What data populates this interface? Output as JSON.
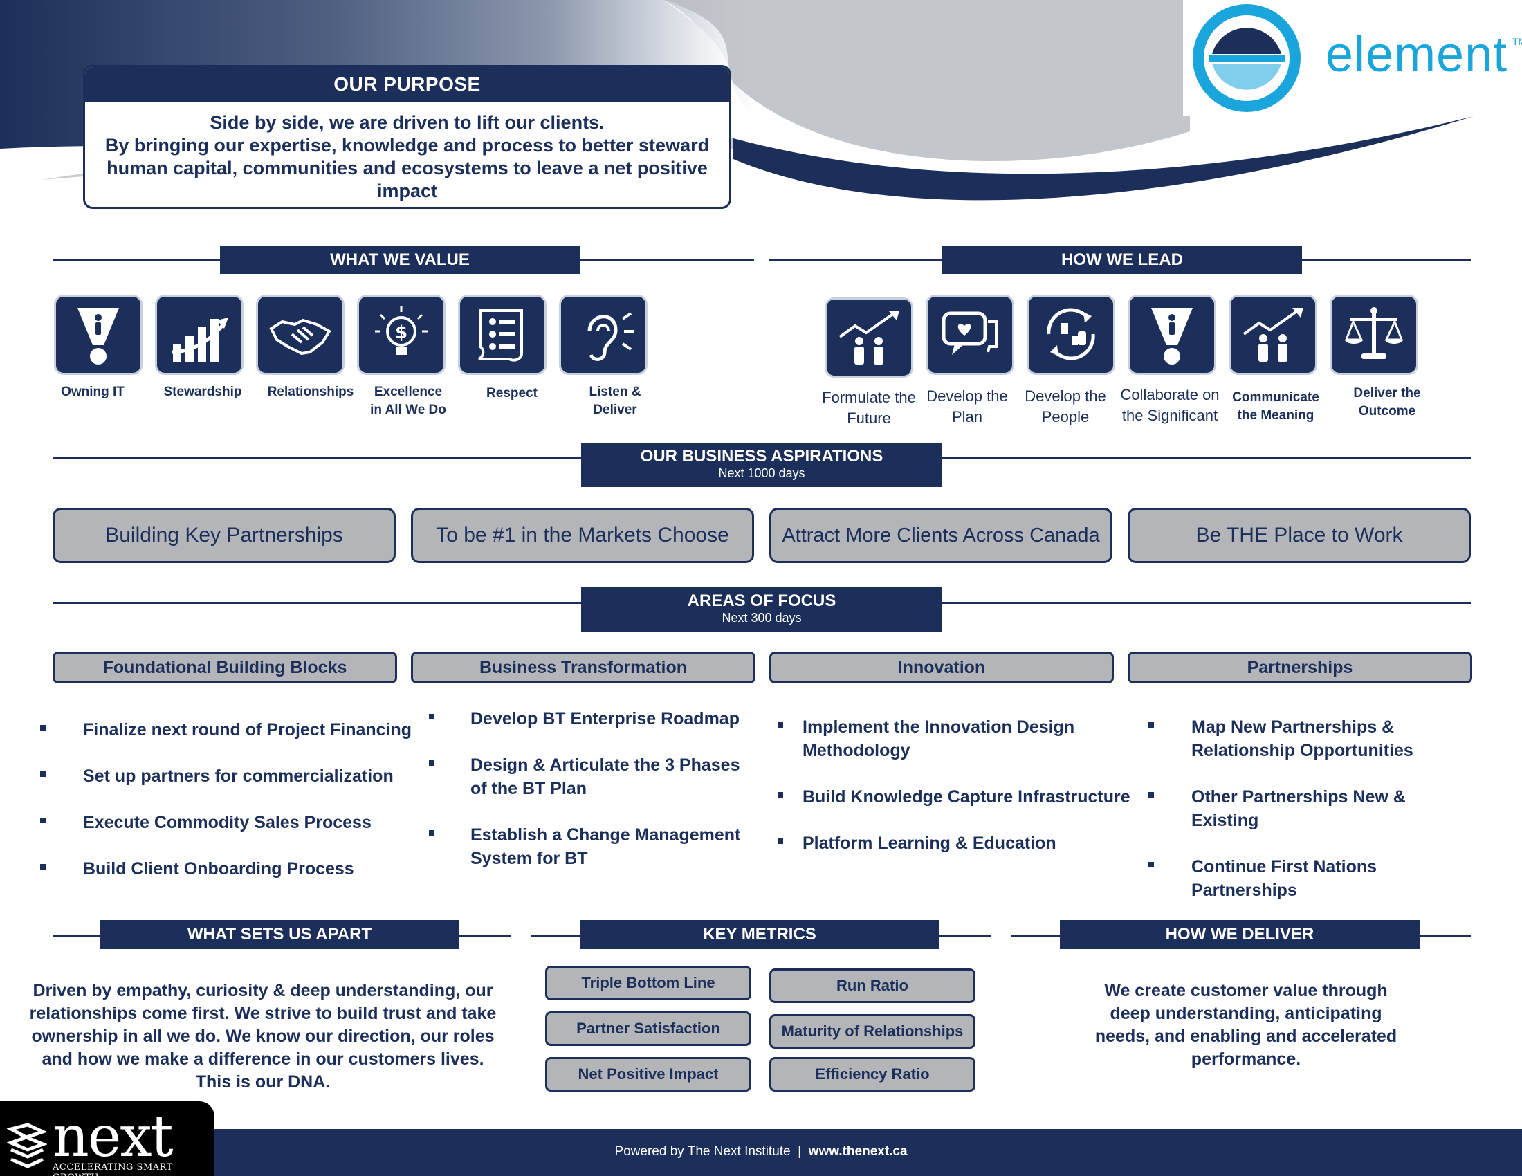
{
  "purpose": {
    "title": "OUR PURPOSE",
    "line1": "Side by side, we are driven to lift our clients.",
    "line2": "By bringing our expertise, knowledge and process to better steward human capital, communities and ecosystems to leave a net positive impact"
  },
  "brand": {
    "name": "element",
    "tm": "TM"
  },
  "values": {
    "title": "WHAT WE VALUE",
    "items": [
      {
        "label": "Owning IT",
        "icon": "exclamation-person-icon"
      },
      {
        "label": "Stewardship",
        "icon": "growth-chart-icon"
      },
      {
        "label": "Relationships",
        "icon": "handshake-icon"
      },
      {
        "label": "Excellence in All We Do",
        "icon": "lightbulb-dollar-icon"
      },
      {
        "label": "Respect",
        "icon": "scroll-list-icon"
      },
      {
        "label": "Listen & Deliver",
        "icon": "ear-icon"
      }
    ]
  },
  "lead": {
    "title": "HOW WE LEAD",
    "items": [
      {
        "label": "Formulate the Future",
        "icon": "people-trend-icon"
      },
      {
        "label": "Develop the Plan",
        "icon": "speech-heart-icon"
      },
      {
        "label": "Develop the People",
        "icon": "feedback-cycle-icon"
      },
      {
        "label": "Collaborate on the Significant",
        "icon": "exclamation-person-icon"
      },
      {
        "label": "Communicate the Meaning",
        "icon": "people-trend-icon"
      },
      {
        "label": "Deliver the Outcome",
        "icon": "scales-icon"
      }
    ]
  },
  "aspirations": {
    "title": "OUR BUSINESS ASPIRATIONS",
    "subtitle": "Next 1000 days",
    "items": [
      "Building Key Partnerships",
      "To be #1 in the Markets Choose",
      "Attract More Clients Across Canada",
      "Be THE Place to Work"
    ]
  },
  "focus": {
    "title": "AREAS OF FOCUS",
    "subtitle": "Next 300 days",
    "columns": [
      {
        "heading": "Foundational Building Blocks",
        "bullets": [
          "Finalize next round of Project Financing",
          "Set up partners for commercialization",
          "Execute Commodity Sales Process",
          "Build Client Onboarding Process"
        ]
      },
      {
        "heading": "Business Transformation",
        "bullets": [
          "Develop BT Enterprise Roadmap",
          "Design & Articulate the 3 Phases of the BT Plan",
          "Establish a Change Management System for BT"
        ]
      },
      {
        "heading": "Innovation",
        "bullets": [
          "Implement the Innovation Design Methodology",
          "Build Knowledge Capture Infrastructure",
          "Platform Learning & Education"
        ]
      },
      {
        "heading": "Partnerships",
        "bullets": [
          "Map New Partnerships & Relationship  Opportunities",
          "Other Partnerships New & Existing",
          "Continue First Nations Partnerships"
        ]
      }
    ]
  },
  "apart": {
    "title": "WHAT SETS US APART",
    "text": "Driven by empathy, curiosity & deep understanding, our relationships come first. We strive to build trust and take ownership in all we do. We know our direction, our roles and how we make a difference in our customers lives. This is our DNA."
  },
  "metrics": {
    "title": "KEY METRICS",
    "items": [
      "Triple Bottom Line",
      "Run Ratio",
      "Partner Satisfaction",
      "Maturity of Relationships",
      "Net Positive Impact",
      "Efficiency Ratio"
    ]
  },
  "deliver": {
    "title": "HOW WE DELIVER",
    "text": "We create customer value through deep understanding, anticipating needs, and enabling and accelerated performance."
  },
  "footer": {
    "powered": "Powered by The Next Institute",
    "separator": "|",
    "url": "www.thenext.ca",
    "logo_word": "next",
    "logo_tag": "ACCELERATING SMART GROWTH"
  },
  "colors": {
    "navy": "#1c2f5a",
    "grey": "#b3b5b8",
    "brand_blue": "#1aa6dc"
  }
}
